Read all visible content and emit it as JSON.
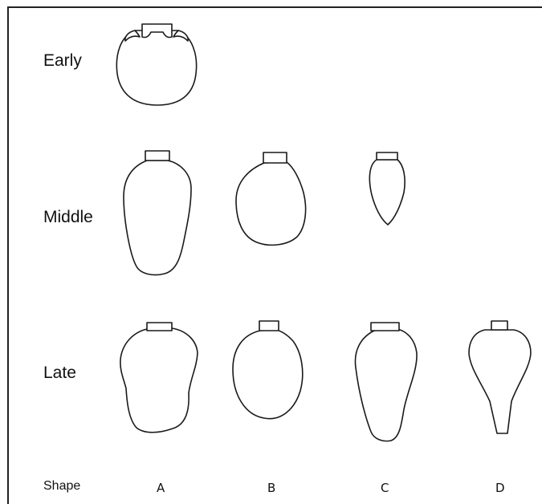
{
  "rows": {
    "early": "Early",
    "middle": "Middle",
    "late": "Late"
  },
  "footer": {
    "shape_label": "Shape",
    "columns": [
      "A",
      "B",
      "C",
      "D"
    ]
  }
}
